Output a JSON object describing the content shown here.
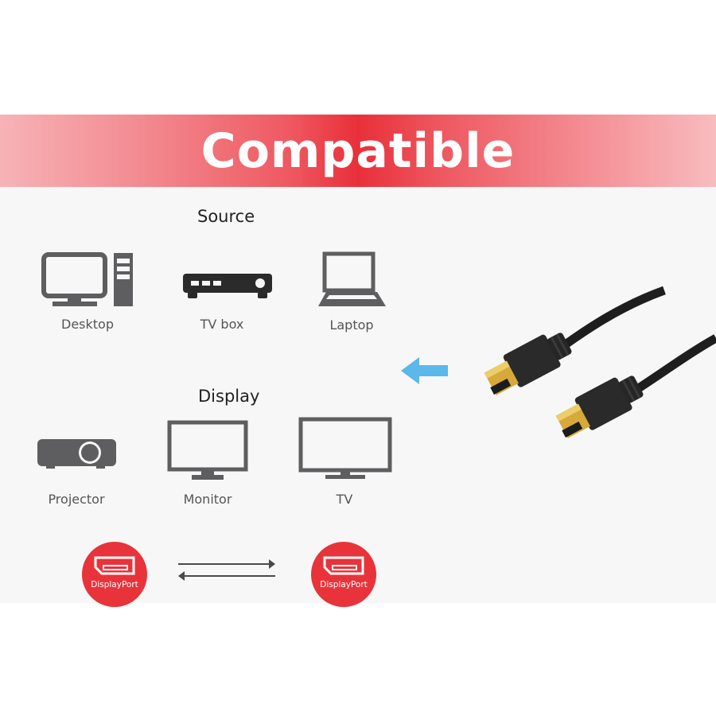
{
  "banner": {
    "title": "Compatible",
    "color_center": "#e8303a",
    "color_edge": "#f8bcbf"
  },
  "sections": {
    "source": {
      "heading": "Source",
      "items": [
        {
          "label": "Desktop",
          "icon": "desktop-icon"
        },
        {
          "label": "TV box",
          "icon": "tv-box-icon"
        },
        {
          "label": "Laptop",
          "icon": "laptop-icon"
        }
      ]
    },
    "display": {
      "heading": "Display",
      "items": [
        {
          "label": "Projector",
          "icon": "projector-icon"
        },
        {
          "label": "Monitor",
          "icon": "monitor-icon"
        },
        {
          "label": "TV",
          "icon": "tv-icon"
        }
      ]
    }
  },
  "connection": {
    "left_port": "DisplayPort",
    "right_port": "DisplayPort",
    "direction": "bidirectional",
    "badge_color": "#e8333b"
  },
  "product": {
    "description": "DisplayPort cable with two gold-plated connectors",
    "arrow_color": "#5bb8e8"
  },
  "colors": {
    "icon_gray": "#5e5e60",
    "panel_bg": "#f7f7f7"
  }
}
